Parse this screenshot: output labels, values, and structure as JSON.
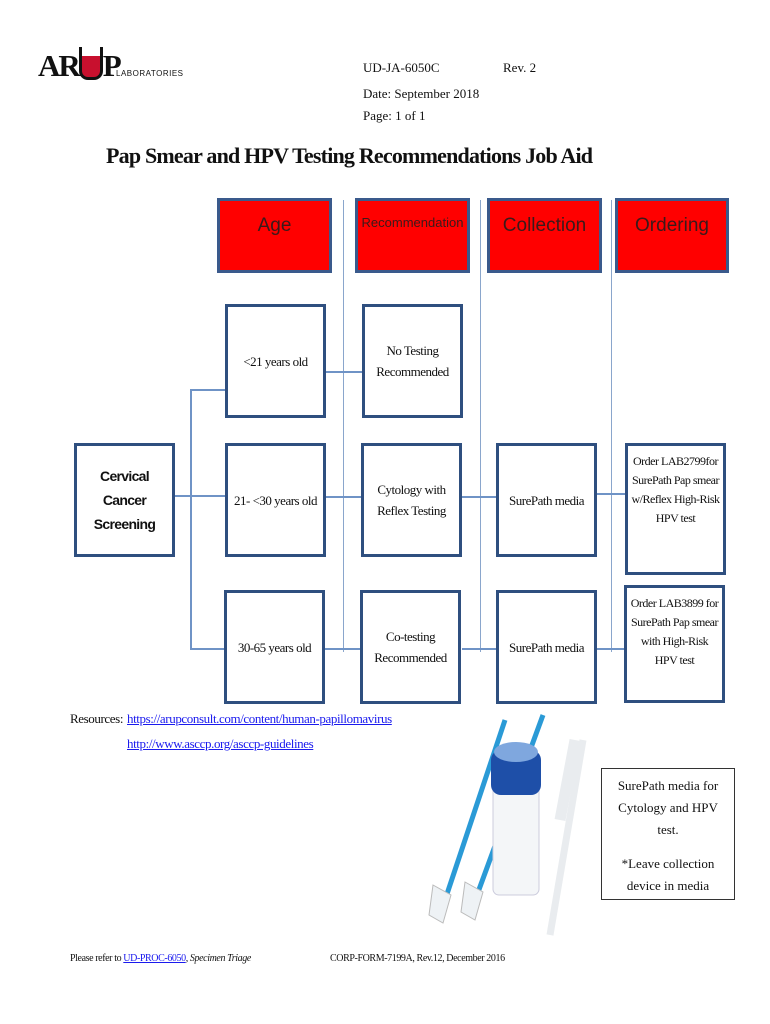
{
  "logo": {
    "text": "ARUP",
    "sub": "LABORATORIES"
  },
  "doc_info": {
    "id": "UD-JA-6050C",
    "rev": "Rev. 2",
    "date": "Date: September 2018",
    "page": "Page: 1 of 1"
  },
  "title": "Pap Smear and HPV Testing Recommendations Job Aid",
  "headers": {
    "age": "Age",
    "recommendation": "Recommendation",
    "collection": "Collection",
    "ordering": "Ordering"
  },
  "root": "Cervical Cancer Screening",
  "rows": [
    {
      "age": "<21 years old",
      "recommendation": "No Testing Recommended",
      "collection": "",
      "ordering": ""
    },
    {
      "age": "21- <30 years old",
      "recommendation": "Cytology with Reflex Testing",
      "collection": "SurePath media",
      "ordering": "Order LAB2799for SurePath Pap smear w/Reflex High-Risk HPV test"
    },
    {
      "age": "30-65 years old",
      "recommendation": "Co-testing Recommended",
      "collection": "SurePath media",
      "ordering": "Order LAB3899 for SurePath Pap smear with High-Risk HPV test"
    }
  ],
  "resources": {
    "label": "Resources:",
    "links": [
      "https://arupconsult.com/content/human-papillomavirus",
      "http://www.asccp.org/asccp-guidelines"
    ]
  },
  "note": {
    "line1": "SurePath media for Cytology and HPV test.",
    "line2": "*Leave collection device in media"
  },
  "footer": {
    "prefix": "Please refer to ",
    "link": "UD-PROC-6050",
    "suffix_italic": ", Specimen Triage",
    "form": "CORP-FORM-7199A, Rev.12, December 2016"
  },
  "colors": {
    "header_red": "#ff0000",
    "border_blue": "#2f4f7f"
  }
}
